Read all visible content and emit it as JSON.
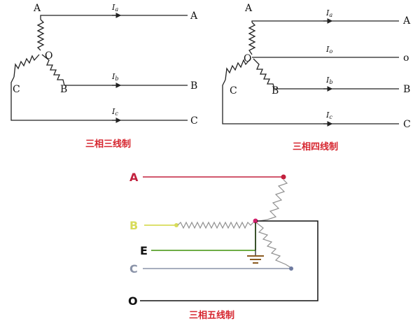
{
  "colors": {
    "line": "#222222",
    "caption": "#d6262f",
    "phase_a": "#c2203d",
    "phase_b": "#d8dc5a",
    "earth": "#5aa02c",
    "phase_c": "#8a93a8",
    "neutral": "#111111",
    "junction": "#d0206a",
    "coil": "#909090"
  },
  "three_wire": {
    "caption": "三相三线制",
    "node_labels": {
      "a": "A",
      "b": "B",
      "c": "C",
      "o": "O"
    },
    "line_labels": [
      "A",
      "B",
      "C"
    ],
    "currents": [
      {
        "main": "I",
        "sub": "a"
      },
      {
        "main": "I",
        "sub": "b"
      },
      {
        "main": "I",
        "sub": "c"
      }
    ]
  },
  "four_wire": {
    "caption": "三相四线制",
    "node_labels": {
      "a": "A",
      "b": "B",
      "c": "C",
      "o": "O"
    },
    "line_labels": [
      "A",
      "o",
      "B",
      "C"
    ],
    "currents": [
      {
        "main": "I",
        "sub": "a"
      },
      {
        "main": "I",
        "sub": "o"
      },
      {
        "main": "I",
        "sub": "b"
      },
      {
        "main": "I",
        "sub": "c"
      }
    ]
  },
  "five_wire": {
    "caption": "三相五线制",
    "line_labels": {
      "a": "A",
      "b": "B",
      "e": "E",
      "c": "C",
      "o": "O"
    }
  }
}
